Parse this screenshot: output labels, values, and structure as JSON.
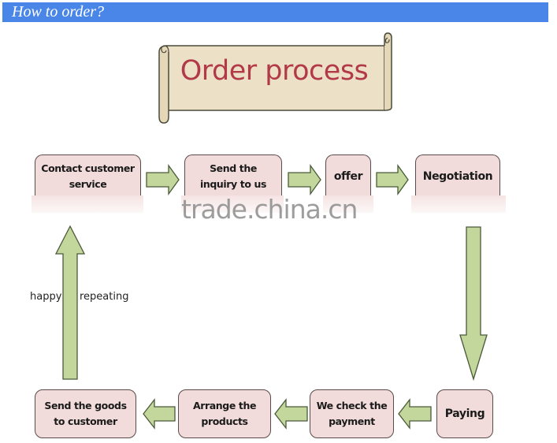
{
  "header": {
    "title": "How to order?"
  },
  "banner": {
    "title": "Order process"
  },
  "steps_top": [
    {
      "label": "Contact customer service"
    },
    {
      "label": "Send the inquiry to us"
    },
    {
      "label": "offer"
    },
    {
      "label": "Negotiation"
    }
  ],
  "steps_bottom": [
    {
      "label": "Paying"
    },
    {
      "label": "We check the payment"
    },
    {
      "label": "Arrange the products"
    },
    {
      "label": "Send the goods to customer"
    }
  ],
  "loop_labels": {
    "left": "happy",
    "right": "repeating"
  },
  "watermark": "trade.china.cn",
  "colors": {
    "header": "#4a86e8",
    "box_fill": "#f2dcdb",
    "arrow_fill": "#c3d69b",
    "banner_text": "#b23a48"
  }
}
